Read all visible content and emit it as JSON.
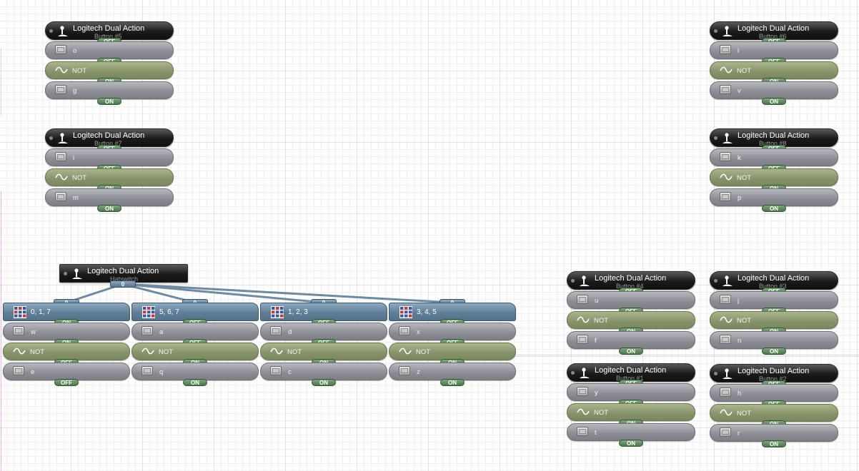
{
  "colors": {
    "header_dark": "#1b1b1b",
    "row_gray": "#8c8c94",
    "row_green": "#86926a",
    "pill_green": "#4b774b",
    "hat_blue": "#5f7e97"
  },
  "button_patches": [
    {
      "title": "Logitech Dual Action",
      "subtitle": "Button #5",
      "header_state": "OFF",
      "rows": [
        {
          "kind": "key",
          "label": "o",
          "state": "OFF"
        },
        {
          "kind": "not",
          "label": "NOT",
          "state": "ON"
        },
        {
          "kind": "key",
          "label": "g",
          "state": "ON"
        }
      ]
    },
    {
      "title": "Logitech Dual Action",
      "subtitle": "Button #6",
      "header_state": "OFF",
      "rows": [
        {
          "kind": "key",
          "label": "l",
          "state": "OFF"
        },
        {
          "kind": "not",
          "label": "NOT",
          "state": "ON"
        },
        {
          "kind": "key",
          "label": "v",
          "state": "ON"
        }
      ]
    },
    {
      "title": "Logitech Dual Action",
      "subtitle": "Button #7",
      "header_state": "OFF",
      "rows": [
        {
          "kind": "key",
          "label": "i",
          "state": "OFF"
        },
        {
          "kind": "not",
          "label": "NOT",
          "state": "ON"
        },
        {
          "kind": "key",
          "label": "m",
          "state": "ON"
        }
      ]
    },
    {
      "title": "Logitech Dual Action",
      "subtitle": "Button #8",
      "header_state": "OFF",
      "rows": [
        {
          "kind": "key",
          "label": "k",
          "state": "OFF"
        },
        {
          "kind": "not",
          "label": "NOT",
          "state": "ON"
        },
        {
          "kind": "key",
          "label": "p",
          "state": "ON"
        }
      ]
    },
    {
      "title": "Logitech Dual Action",
      "subtitle": "Button #4",
      "header_state": "OFF",
      "rows": [
        {
          "kind": "key",
          "label": "u",
          "state": "OFF"
        },
        {
          "kind": "not",
          "label": "NOT",
          "state": "ON"
        },
        {
          "kind": "key",
          "label": "f",
          "state": "ON"
        }
      ]
    },
    {
      "title": "Logitech Dual Action",
      "subtitle": "Button #3",
      "header_state": "OFF",
      "rows": [
        {
          "kind": "key",
          "label": "j",
          "state": "OFF"
        },
        {
          "kind": "not",
          "label": "NOT",
          "state": "ON"
        },
        {
          "kind": "key",
          "label": "n",
          "state": "ON"
        }
      ]
    },
    {
      "title": "Logitech Dual Action",
      "subtitle": "Button #1",
      "header_state": "OFF",
      "rows": [
        {
          "kind": "key",
          "label": "y",
          "state": "OFF"
        },
        {
          "kind": "not",
          "label": "NOT",
          "state": "ON"
        },
        {
          "kind": "key",
          "label": "t",
          "state": "ON"
        }
      ]
    },
    {
      "title": "Logitech Dual Action",
      "subtitle": "Button #2",
      "header_state": "OFF",
      "rows": [
        {
          "kind": "key",
          "label": "h",
          "state": "OFF"
        },
        {
          "kind": "not",
          "label": "NOT",
          "state": "ON"
        },
        {
          "kind": "key",
          "label": "r",
          "state": "ON"
        }
      ]
    }
  ],
  "hatswitch": {
    "title": "Logitech Dual Action",
    "subtitle": "Hatswitch",
    "output_value": "0"
  },
  "hat_patches": [
    {
      "label": "0, 1, 7",
      "input_value": "0",
      "header_state": "ON",
      "rows": [
        {
          "kind": "key",
          "label": "w",
          "state": "ON"
        },
        {
          "kind": "not",
          "label": "NOT",
          "state": "OFF"
        },
        {
          "kind": "key",
          "label": "e",
          "state": "OFF"
        }
      ]
    },
    {
      "label": "5, 6, 7",
      "input_value": "0",
      "header_state": "OFF",
      "rows": [
        {
          "kind": "key",
          "label": "a",
          "state": "OFF"
        },
        {
          "kind": "not",
          "label": "NOT",
          "state": "ON"
        },
        {
          "kind": "key",
          "label": "q",
          "state": "ON"
        }
      ]
    },
    {
      "label": "1, 2, 3",
      "input_value": "0",
      "header_state": "OFF",
      "rows": [
        {
          "kind": "key",
          "label": "d",
          "state": "OFF"
        },
        {
          "kind": "not",
          "label": "NOT",
          "state": "ON"
        },
        {
          "kind": "key",
          "label": "c",
          "state": "ON"
        }
      ]
    },
    {
      "label": "3, 4, 5",
      "input_value": "0",
      "header_state": "OFF",
      "rows": [
        {
          "kind": "key",
          "label": "x",
          "state": "OFF"
        },
        {
          "kind": "not",
          "label": "NOT",
          "state": "ON"
        },
        {
          "kind": "key",
          "label": "z",
          "state": "ON"
        }
      ]
    }
  ]
}
